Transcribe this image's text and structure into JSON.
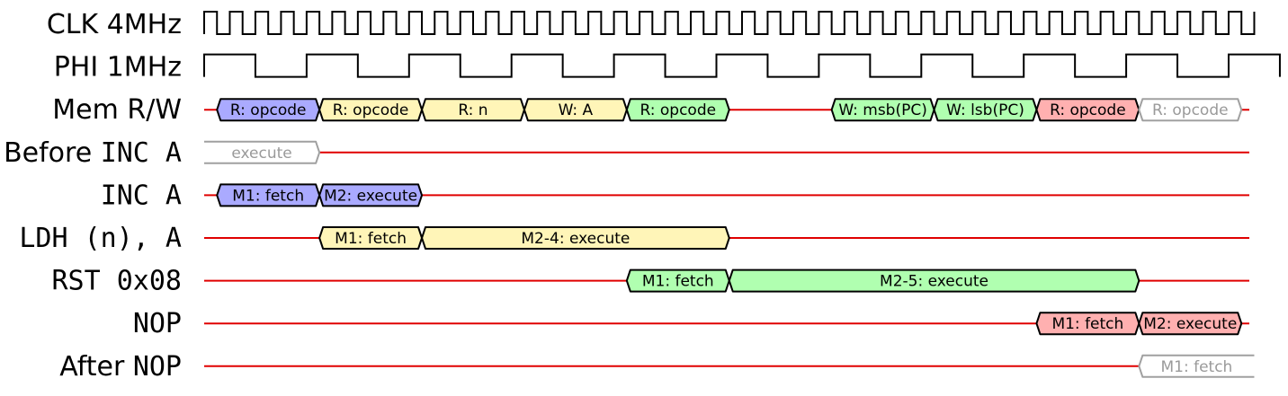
{
  "colors": {
    "background": "#ffffff",
    "wire": "#e00000",
    "outline": "#000000",
    "faded_outline": "#a0a0a0",
    "faded_text": "#9a9a9a",
    "fill_blue": "#aaaaff",
    "fill_yellow": "#fff5b8",
    "fill_green": "#b0ffb0",
    "fill_red": "#ffb0b0",
    "fill_white": "#ffffff"
  },
  "signals": [
    {
      "id": "clk",
      "label_parts": [
        {
          "text": "CLK 4MHz",
          "mono": false
        }
      ],
      "kind": "clock",
      "period_cells": 0.5
    },
    {
      "id": "phi",
      "label_parts": [
        {
          "text": "PHI 1MHz",
          "mono": false
        }
      ],
      "kind": "clock",
      "period_cells": 2
    },
    {
      "id": "mem",
      "label_parts": [
        {
          "text": "Mem R/W",
          "mono": false
        }
      ],
      "kind": "bus",
      "segments": [
        {
          "start": 0.25,
          "end": 2.25,
          "text": "R: opcode",
          "fill": "blue"
        },
        {
          "start": 2.25,
          "end": 4.25,
          "text": "R: opcode",
          "fill": "yellow"
        },
        {
          "start": 4.25,
          "end": 6.25,
          "text": "R: n",
          "fill": "yellow"
        },
        {
          "start": 6.25,
          "end": 8.25,
          "text": "W: A",
          "fill": "yellow"
        },
        {
          "start": 8.25,
          "end": 10.25,
          "text": "R: opcode",
          "fill": "green"
        },
        {
          "start": 12.25,
          "end": 14.25,
          "text": "W: msb(PC)",
          "fill": "green"
        },
        {
          "start": 14.25,
          "end": 16.25,
          "text": "W: lsb(PC)",
          "fill": "green"
        },
        {
          "start": 16.25,
          "end": 18.25,
          "text": "R: opcode",
          "fill": "red"
        },
        {
          "start": 18.25,
          "end": 20.25,
          "text": "R: opcode",
          "fill": "white",
          "faded": true
        }
      ]
    },
    {
      "id": "before",
      "label_parts": [
        {
          "text": "Before ",
          "mono": false
        },
        {
          "text": "INC A",
          "mono": true
        }
      ],
      "kind": "bus",
      "segments": [
        {
          "start": 0,
          "end": 2.25,
          "text": "execute",
          "fill": "white",
          "faded": true,
          "open_left": true
        }
      ]
    },
    {
      "id": "inc",
      "label_parts": [
        {
          "text": "INC A",
          "mono": true
        }
      ],
      "kind": "bus",
      "segments": [
        {
          "start": 0.25,
          "end": 2.25,
          "text": "M1: fetch",
          "fill": "blue"
        },
        {
          "start": 2.25,
          "end": 4.25,
          "text": "M2: execute",
          "fill": "blue"
        }
      ]
    },
    {
      "id": "ldh",
      "label_parts": [
        {
          "text": "LDH (n), A",
          "mono": true
        }
      ],
      "kind": "bus",
      "segments": [
        {
          "start": 2.25,
          "end": 4.25,
          "text": "M1: fetch",
          "fill": "yellow"
        },
        {
          "start": 4.25,
          "end": 10.25,
          "text": "M2-4: execute",
          "fill": "yellow"
        }
      ]
    },
    {
      "id": "rst",
      "label_parts": [
        {
          "text": "RST 0x08",
          "mono": true
        }
      ],
      "kind": "bus",
      "segments": [
        {
          "start": 8.25,
          "end": 10.25,
          "text": "M1: fetch",
          "fill": "green"
        },
        {
          "start": 10.25,
          "end": 18.25,
          "text": "M2-5: execute",
          "fill": "green"
        }
      ]
    },
    {
      "id": "nop",
      "label_parts": [
        {
          "text": "NOP",
          "mono": true
        }
      ],
      "kind": "bus",
      "segments": [
        {
          "start": 16.25,
          "end": 18.25,
          "text": "M1: fetch",
          "fill": "red"
        },
        {
          "start": 18.25,
          "end": 20.25,
          "text": "M2: execute",
          "fill": "red"
        }
      ]
    },
    {
      "id": "after",
      "label_parts": [
        {
          "text": "After ",
          "mono": false
        },
        {
          "text": "NOP",
          "mono": true
        }
      ],
      "kind": "bus",
      "segments": [
        {
          "start": 18.25,
          "end": 20.5,
          "text": "M1: fetch",
          "fill": "white",
          "faded": true,
          "open_right": true
        }
      ]
    }
  ]
}
